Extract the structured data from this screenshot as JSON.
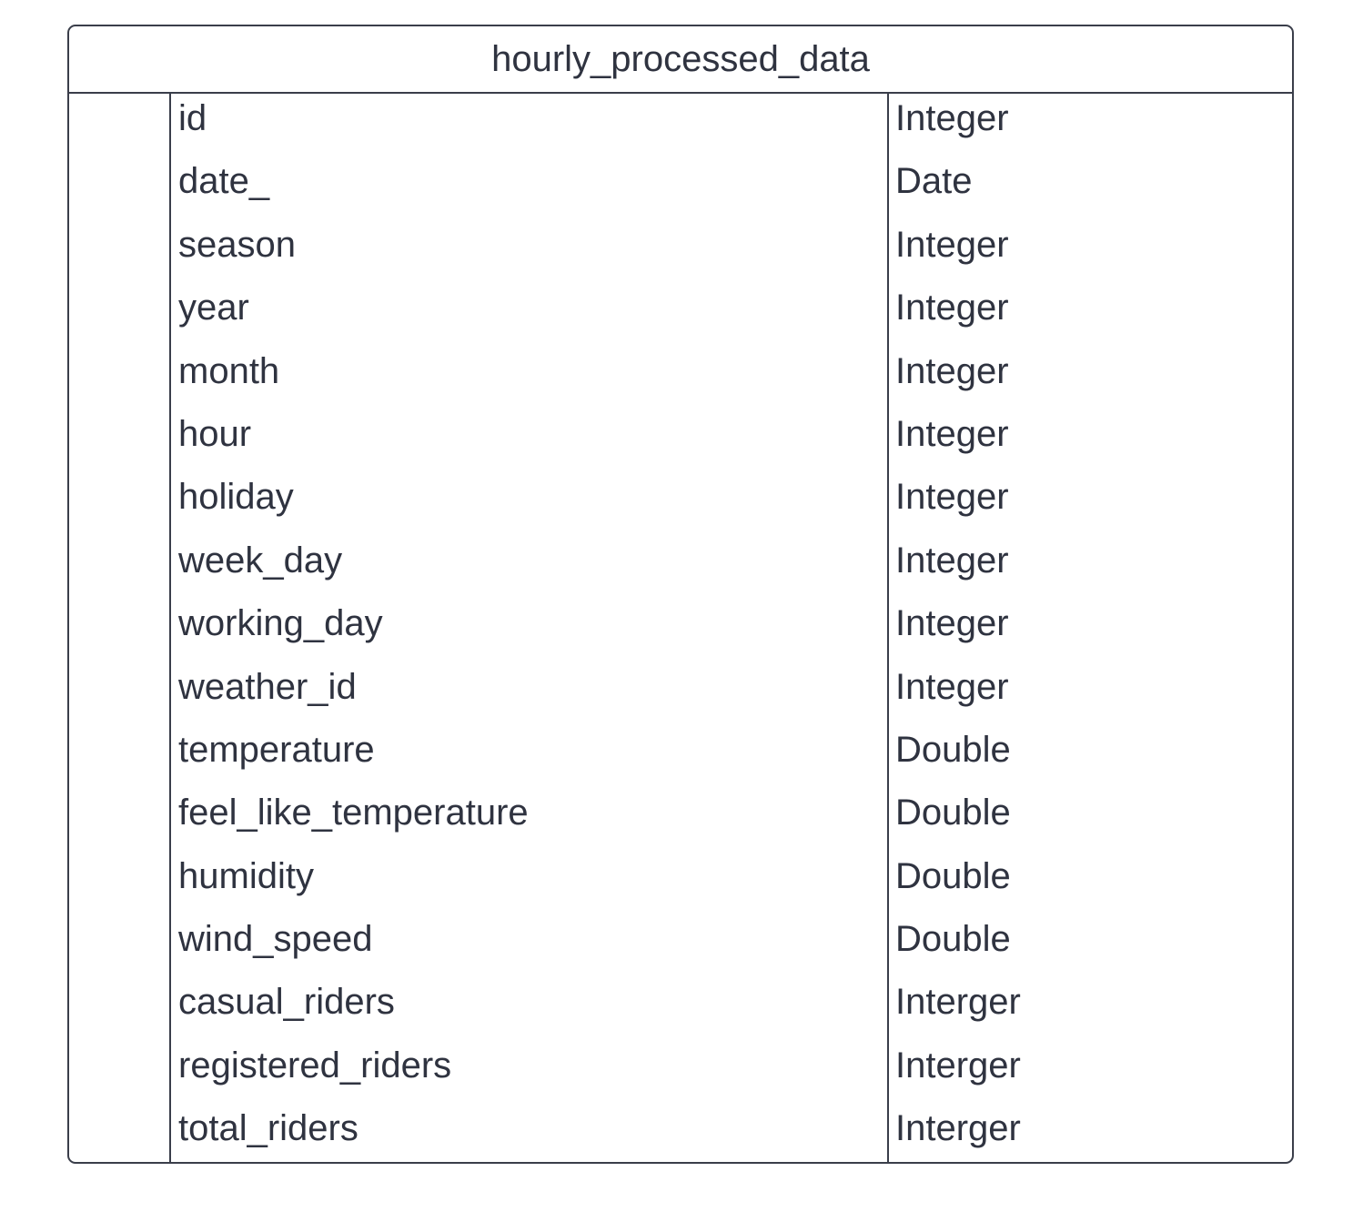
{
  "entity": {
    "name": "hourly_processed_data",
    "fields": [
      {
        "name": "id",
        "type": "Integer"
      },
      {
        "name": "date_",
        "type": "Date"
      },
      {
        "name": "season",
        "type": "Integer"
      },
      {
        "name": "year",
        "type": "Integer"
      },
      {
        "name": "month",
        "type": "Integer"
      },
      {
        "name": "hour",
        "type": "Integer"
      },
      {
        "name": "holiday",
        "type": "Integer"
      },
      {
        "name": "week_day",
        "type": "Integer"
      },
      {
        "name": "working_day",
        "type": "Integer"
      },
      {
        "name": "weather_id",
        "type": "Integer"
      },
      {
        "name": "temperature",
        "type": "Double"
      },
      {
        "name": "feel_like_temperature",
        "type": "Double"
      },
      {
        "name": "humidity",
        "type": "Double"
      },
      {
        "name": "wind_speed",
        "type": "Double"
      },
      {
        "name": "casual_riders",
        "type": "Interger"
      },
      {
        "name": "registered_riders",
        "type": "Interger"
      },
      {
        "name": "total_riders",
        "type": "Interger"
      }
    ]
  }
}
